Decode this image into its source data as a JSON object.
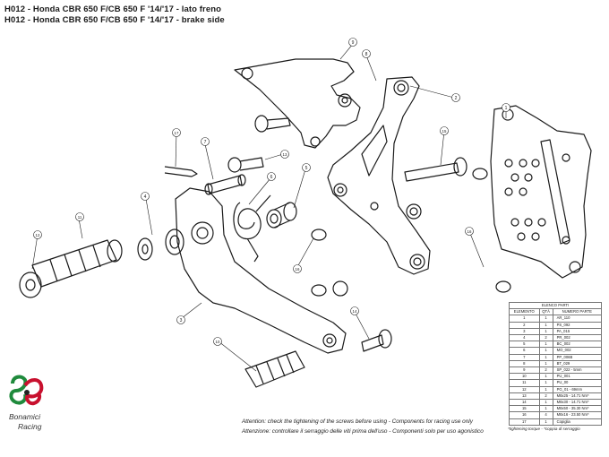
{
  "title_line1": "H012 - Honda CBR 650 F/CB 650 F '14/'17 - lato freno",
  "title_line2": "H012 - Honda CBR 650 F/CB 650 F '14/'17 - brake side",
  "part_callouts": [
    "1",
    "2",
    "3",
    "4",
    "5",
    "6",
    "7",
    "8",
    "9",
    "10",
    "11",
    "12",
    "13",
    "14",
    "15",
    "16",
    "17"
  ],
  "parts_table": {
    "title": "ELENCO PARTI",
    "headers": [
      "ELEMENTO",
      "QTÀ",
      "NUMERO PARTE"
    ],
    "rows": [
      [
        "1",
        "1",
        "AR_110"
      ],
      [
        "2",
        "1",
        "PS_092"
      ],
      [
        "3",
        "1",
        "PA_015"
      ],
      [
        "4",
        "2",
        "PR_002"
      ],
      [
        "5",
        "1",
        "BC_002"
      ],
      [
        "6",
        "1",
        "MO_002"
      ],
      [
        "7",
        "1",
        "PP_006B"
      ],
      [
        "8",
        "1",
        "BT_029"
      ],
      [
        "9",
        "2",
        "SP_022 - 5mm"
      ],
      [
        "10",
        "1",
        "PU_001"
      ],
      [
        "11",
        "1",
        "PU_00"
      ],
      [
        "12",
        "1",
        "PG_01 - 69mm"
      ],
      [
        "13",
        "2",
        "M8x25 - 14.71 Nm*"
      ],
      [
        "14",
        "1",
        "M8x30 - 14.71 Nm*"
      ],
      [
        "15",
        "1",
        "M8x50 - 35.30 Nm*"
      ],
      [
        "16",
        "4",
        "M8x16 - 23.50 Nm*"
      ],
      [
        "17",
        "1",
        "Copiglia"
      ]
    ]
  },
  "footnote": "*tightening torque - *coppia di serraggio",
  "attention_en": "Attention: check the tightening of the screws before using - Components for racing use only",
  "attention_it": "Attenzione: controllare il serraggio delle viti prima dell'uso - Componenti solo per uso agonistico",
  "brand_line1": "Bonamici",
  "brand_line2": "Racing",
  "colors": {
    "logo_red": "#c8102e",
    "logo_green": "#1f8a3c",
    "logo_dark": "#222222",
    "line": "#1a1a1a"
  }
}
